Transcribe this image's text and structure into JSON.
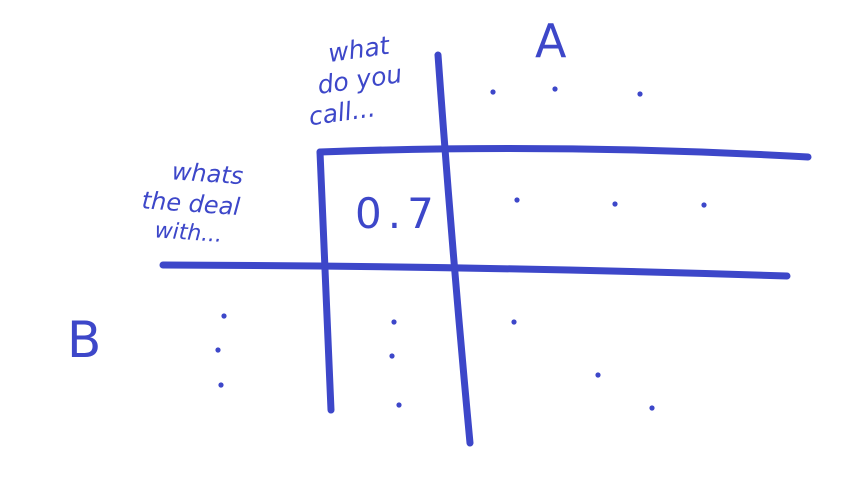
{
  "diagram": {
    "ink_color": "#3d47c9",
    "background_color": "#ffffff",
    "column_variable_label": "A",
    "row_variable_label": "B",
    "corner_question_column": [
      "what",
      "do you",
      "call..."
    ],
    "corner_question_row": [
      "whats",
      "the deal",
      "with..."
    ],
    "cell_value": "0.7",
    "ellipsis_marks": "dots"
  }
}
